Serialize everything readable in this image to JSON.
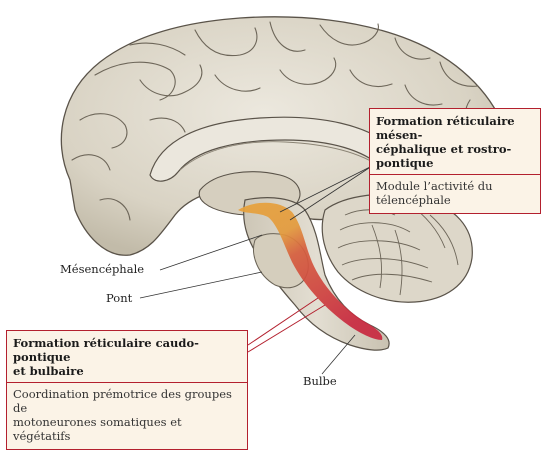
{
  "labels": {
    "mesencephale": "Mésencéphale",
    "pont": "Pont",
    "bulbe": "Bulbe"
  },
  "box_top": {
    "title_line1": "Formation réticulaire mésen-",
    "title_line2": "céphalique et rostro-pontique",
    "body_line1": "Module l’activité du",
    "body_line2": "télencéphale"
  },
  "box_bottom": {
    "title_line1": "Formation réticulaire caudo-pontique",
    "title_line2": "et bulbaire",
    "body_line1": "Coordination prémotrice des groupes de",
    "body_line2": "motoneurones somatiques et végétatifs"
  },
  "colors": {
    "brain_fill": "#dcd6c8",
    "brain_stroke": "#5a5349",
    "upper_formation": "#e8a23a",
    "lower_formation": "#c8283f",
    "accent": "#b3202e",
    "box_bg": "#fbf3e7"
  }
}
